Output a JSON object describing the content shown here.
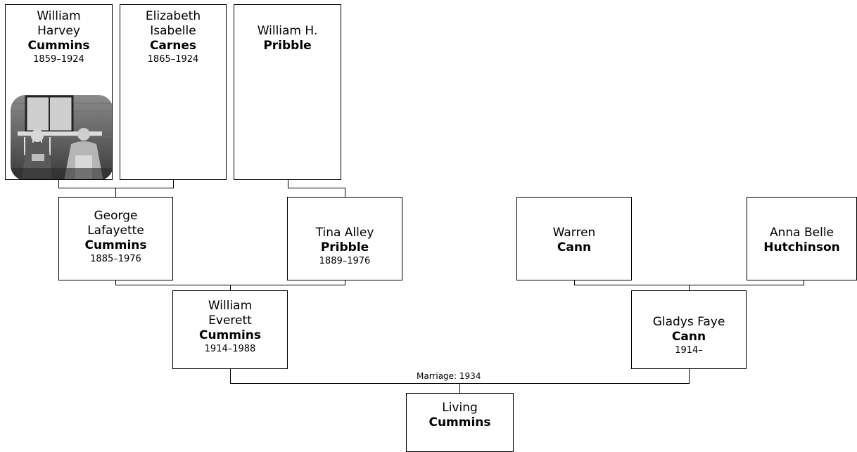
{
  "people": {
    "william_harvey": {
      "given": "William Harvey",
      "surname": "Cummins",
      "years": "1859–1924"
    },
    "elizabeth": {
      "given": "Elizabeth Isabelle",
      "surname": "Carnes",
      "years": "1865–1924"
    },
    "william_h": {
      "given": "William H.",
      "surname": "Pribble",
      "years": ""
    },
    "george": {
      "given": "George Lafayette",
      "surname": "Cummins",
      "years": "1885–1976"
    },
    "tina": {
      "given": "Tina Alley",
      "surname": "Pribble",
      "years": "1889–1976"
    },
    "warren": {
      "given": "Warren",
      "surname": "Cann",
      "years": ""
    },
    "anna": {
      "given": "Anna Belle",
      "surname": "Hutchinson",
      "years": ""
    },
    "william_everett": {
      "given": "William Everett",
      "surname": "Cummins",
      "years": "1914–1988"
    },
    "gladys": {
      "given": "Gladys Faye",
      "surname": "Cann",
      "years": "1914–"
    },
    "living": {
      "given": "Living",
      "surname": "Cummins",
      "years": ""
    }
  },
  "marriage_label": "Marriage: 1934",
  "colors": {
    "line": "#000000",
    "box_border": "#000000",
    "background": "#ffffff"
  }
}
